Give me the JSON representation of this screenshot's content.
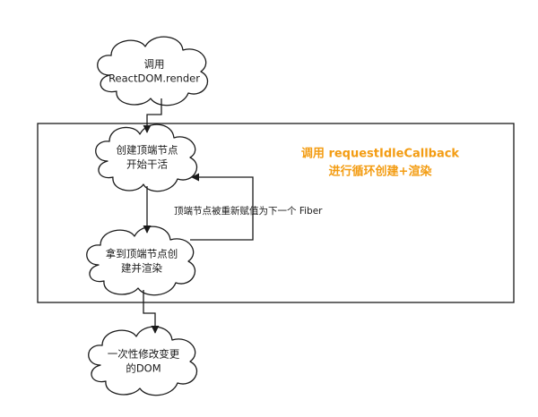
{
  "nodes": {
    "call_render": {
      "lines": [
        "调用",
        "ReactDOM.render"
      ]
    },
    "create_top": {
      "lines": [
        "创建顶端节点",
        "开始干活"
      ]
    },
    "take_top": {
      "lines": [
        "拿到顶端节点创",
        "建并渲染"
      ]
    },
    "commit_dom": {
      "lines": [
        "一次性修改变更",
        "的DOM"
      ]
    }
  },
  "loop_label": "顶端节点被重新赋值为下一个 Fiber",
  "note": {
    "lines": [
      "调用 requestIdleCallback",
      "进行循环创建+渲染"
    ],
    "color": "#f39c12"
  },
  "colors": {
    "stroke": "#1a1a1a",
    "note": "#f39c12"
  }
}
